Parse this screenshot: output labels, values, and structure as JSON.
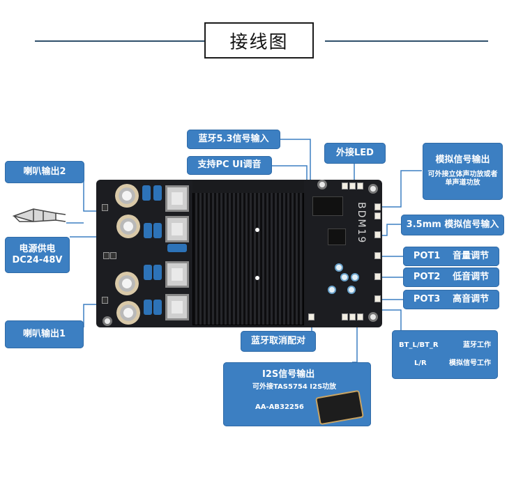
{
  "title": "接线图",
  "colors": {
    "label_bg": "#3c7fc2",
    "line": "#3c7fc2",
    "header_line": "#2f4f6a",
    "board": "#1c1d21"
  },
  "labels": {
    "spk2": "喇叭输出2",
    "power_line1": "电源供电",
    "power_line2": "DC24-48V",
    "spk1": "喇叭输出1",
    "bt": "蓝牙5.3信号输入",
    "pc": "支持PC UI调音",
    "led": "外接LED",
    "analog_out_title": "模拟信号输出",
    "analog_out_sub": "可外接立体声功放或者单声道功放",
    "analog_in": "3.5mm 模拟信号输入",
    "pot1_a": "POT1",
    "pot1_b": "音量调节",
    "pot2_a": "POT2",
    "pot2_b": "低音调节",
    "pot3_a": "POT3",
    "pot3_b": "高音调节",
    "bt_pair": "蓝牙取消配对",
    "i2s_title": "I2S信号输出",
    "i2s_sub": "可外接TAS5754 I2S功放",
    "i2s_model": "AA-AB32256",
    "led_state1_a": "BT_L/BT_R",
    "led_state1_b": "蓝牙工作",
    "led_state2_a": "L/R",
    "led_state2_b": "模拟信号工作"
  },
  "board_mark": "BDM19",
  "icons": [
    "speaker-plug-icon"
  ]
}
